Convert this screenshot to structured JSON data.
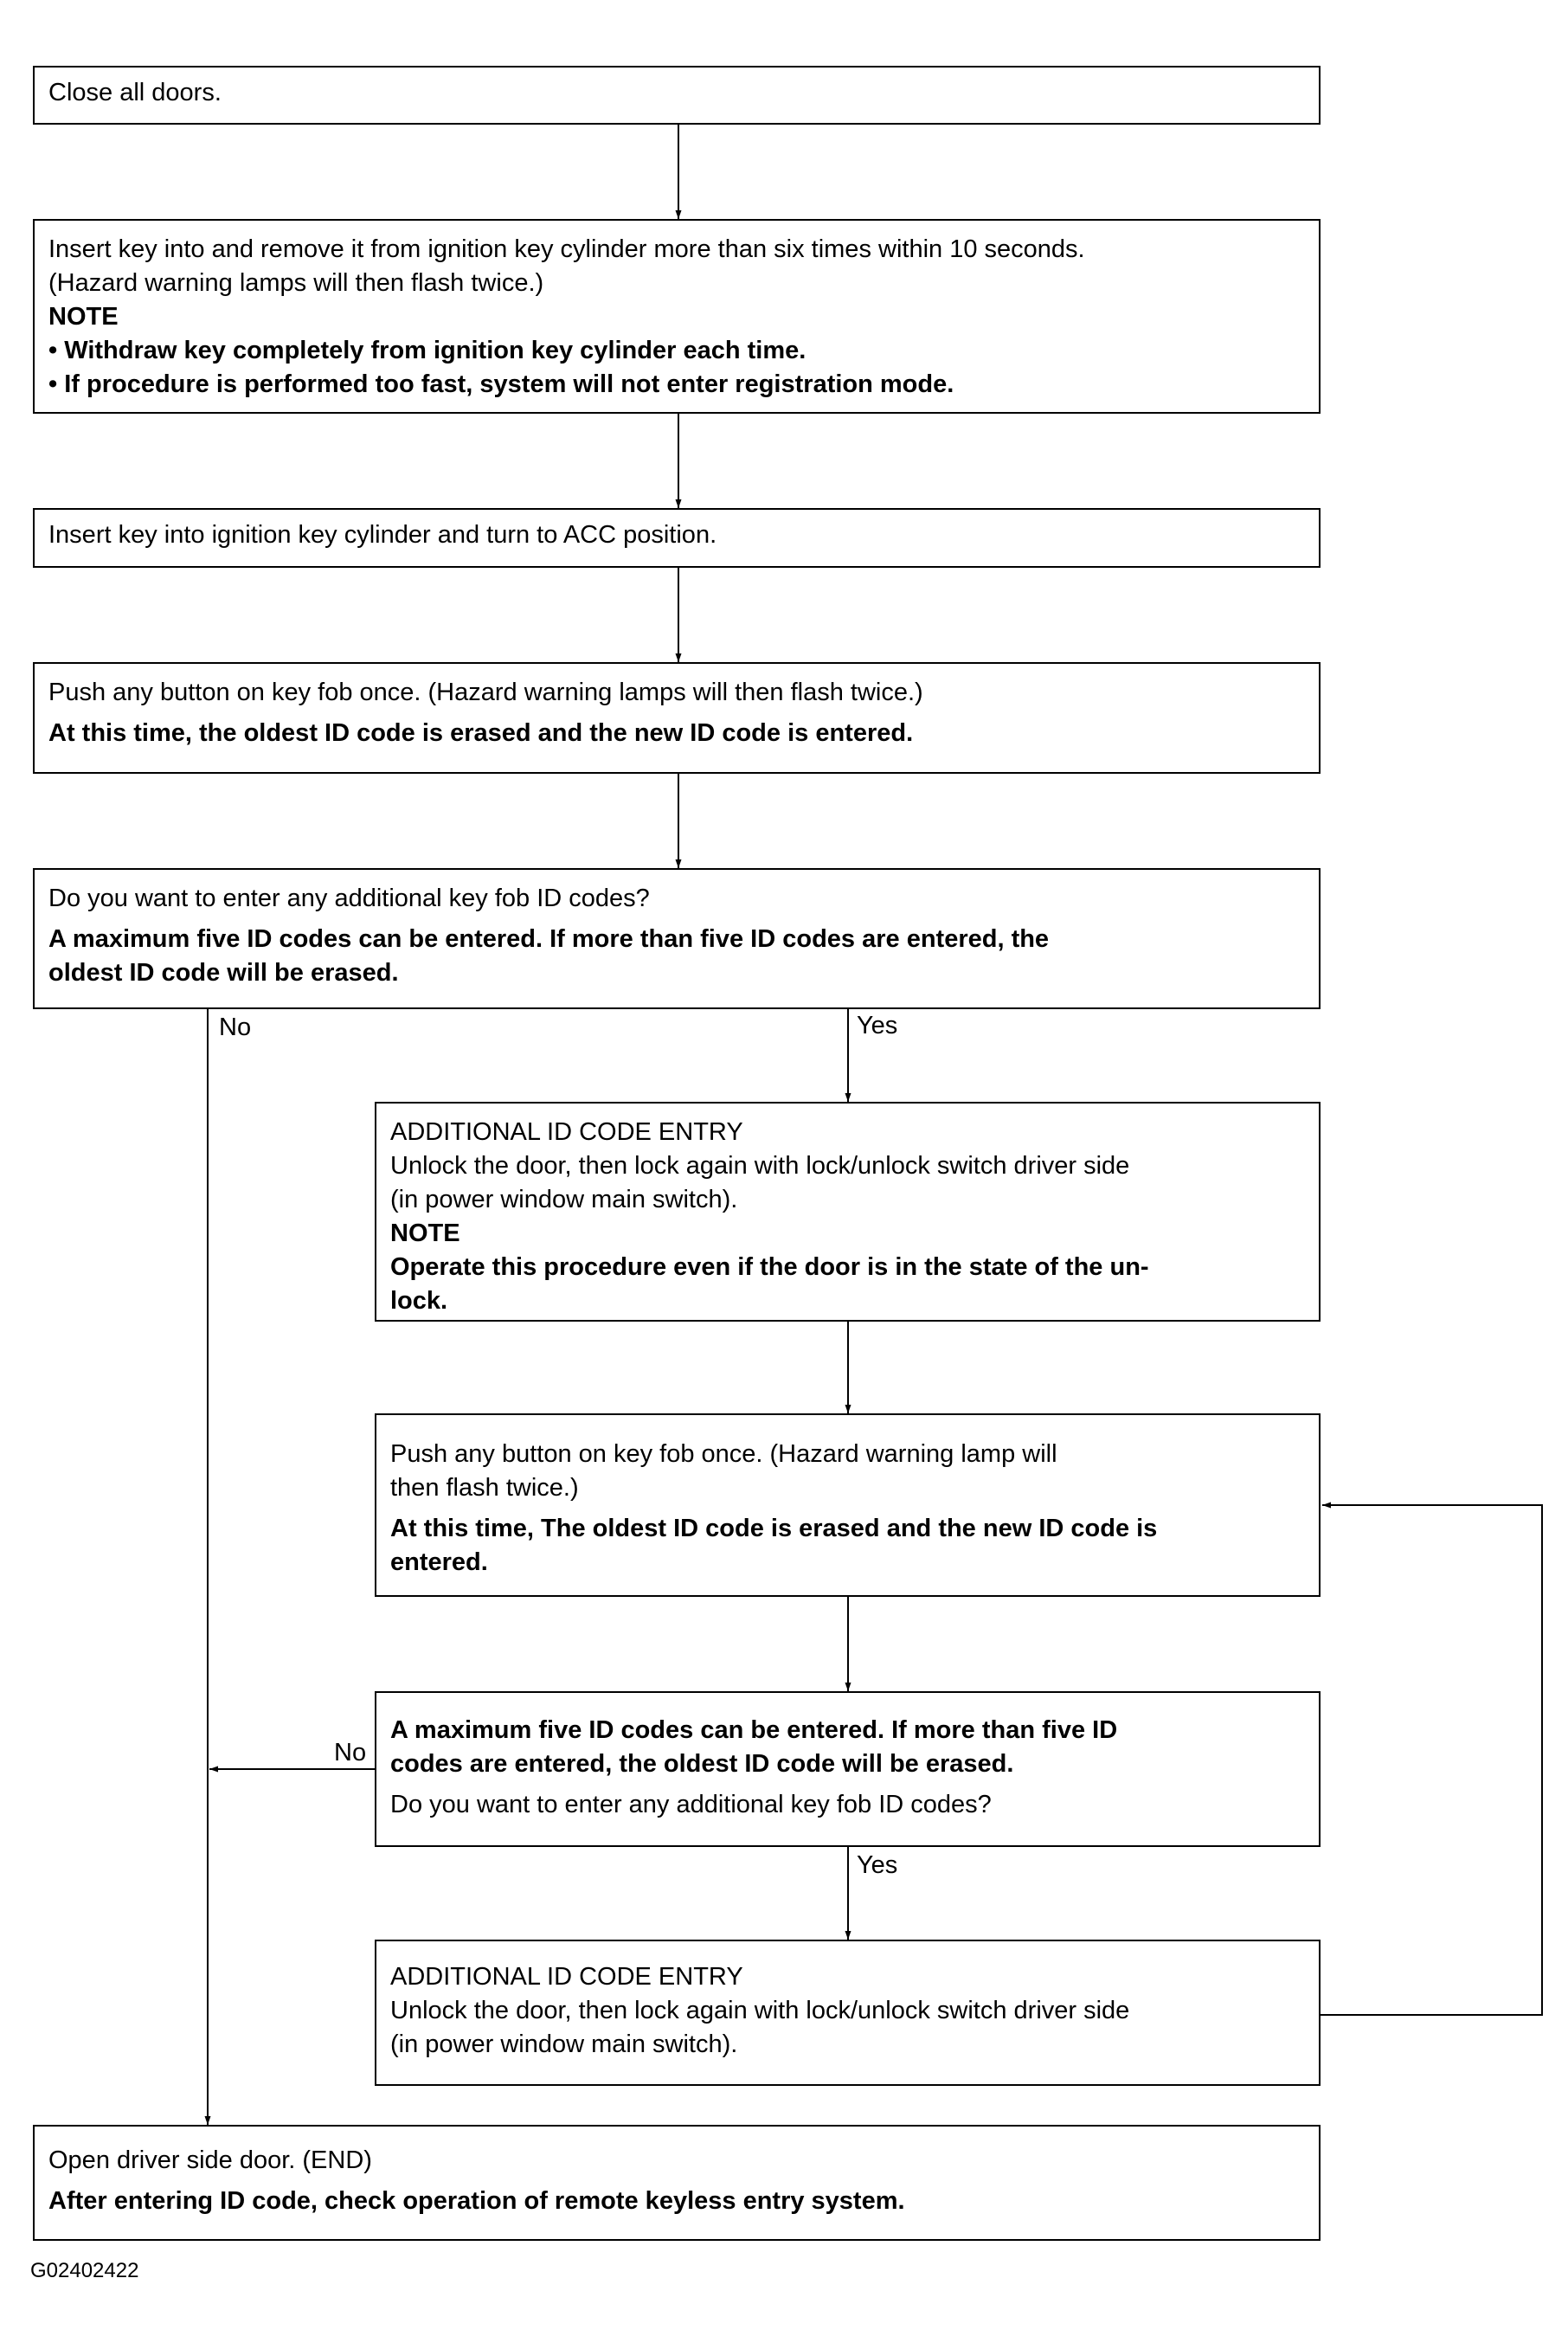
{
  "steps": {
    "s1": {
      "lines": [
        "Close all doors."
      ]
    },
    "s2": {
      "lines": [
        "Insert key into and remove it from ignition key cylinder more than six times within 10 seconds.",
        "(Hazard warning lamps will then flash twice.)",
        "NOTE",
        "• Withdraw key completely from ignition key cylinder each time.",
        "• If procedure is performed too fast, system will not enter registration mode."
      ]
    },
    "s3": {
      "lines": [
        "Insert key into ignition key cylinder and turn to ACC position."
      ]
    },
    "s4": {
      "lines": [
        "Push any button on key fob once. (Hazard warning lamps will then flash twice.)",
        "At this time, the oldest ID code is erased and the new ID code is entered."
      ]
    },
    "s5": {
      "lines": [
        "Do you want to enter any additional key fob ID codes?",
        "A  maximum five ID codes can be entered. If more than five ID codes are entered, the",
        "oldest ID code will be erased."
      ]
    },
    "s6": {
      "lines": [
        "ADDITIONAL ID CODE ENTRY",
        "Unlock the door, then lock again with lock/unlock switch driver side",
        "(in power window main switch).",
        "NOTE",
        "Operate this procedure even if the door is in the state of the un-",
        "lock."
      ]
    },
    "s7": {
      "lines": [
        "Push any button on key fob once. (Hazard warning lamp will",
        "then flash twice.)",
        "At this time, The oldest ID code is erased and the new ID code is",
        "entered."
      ]
    },
    "s8": {
      "lines": [
        "A  maximum five ID codes can be entered. If more than five ID",
        "codes are entered, the oldest ID code will be erased.",
        "Do you want to enter any additional key fob ID codes?"
      ]
    },
    "s9": {
      "lines": [
        "ADDITIONAL ID CODE ENTRY",
        "Unlock the door, then lock again with lock/unlock switch driver side",
        "(in power window main switch)."
      ]
    },
    "s10": {
      "lines": [
        "Open driver side door. (END)",
        "After entering ID code, check operation of remote keyless entry system."
      ]
    }
  },
  "labels": {
    "no_1": "No",
    "yes_1": "Yes",
    "no_2": "No",
    "yes_2": "Yes"
  },
  "figure_code": "G02402422"
}
